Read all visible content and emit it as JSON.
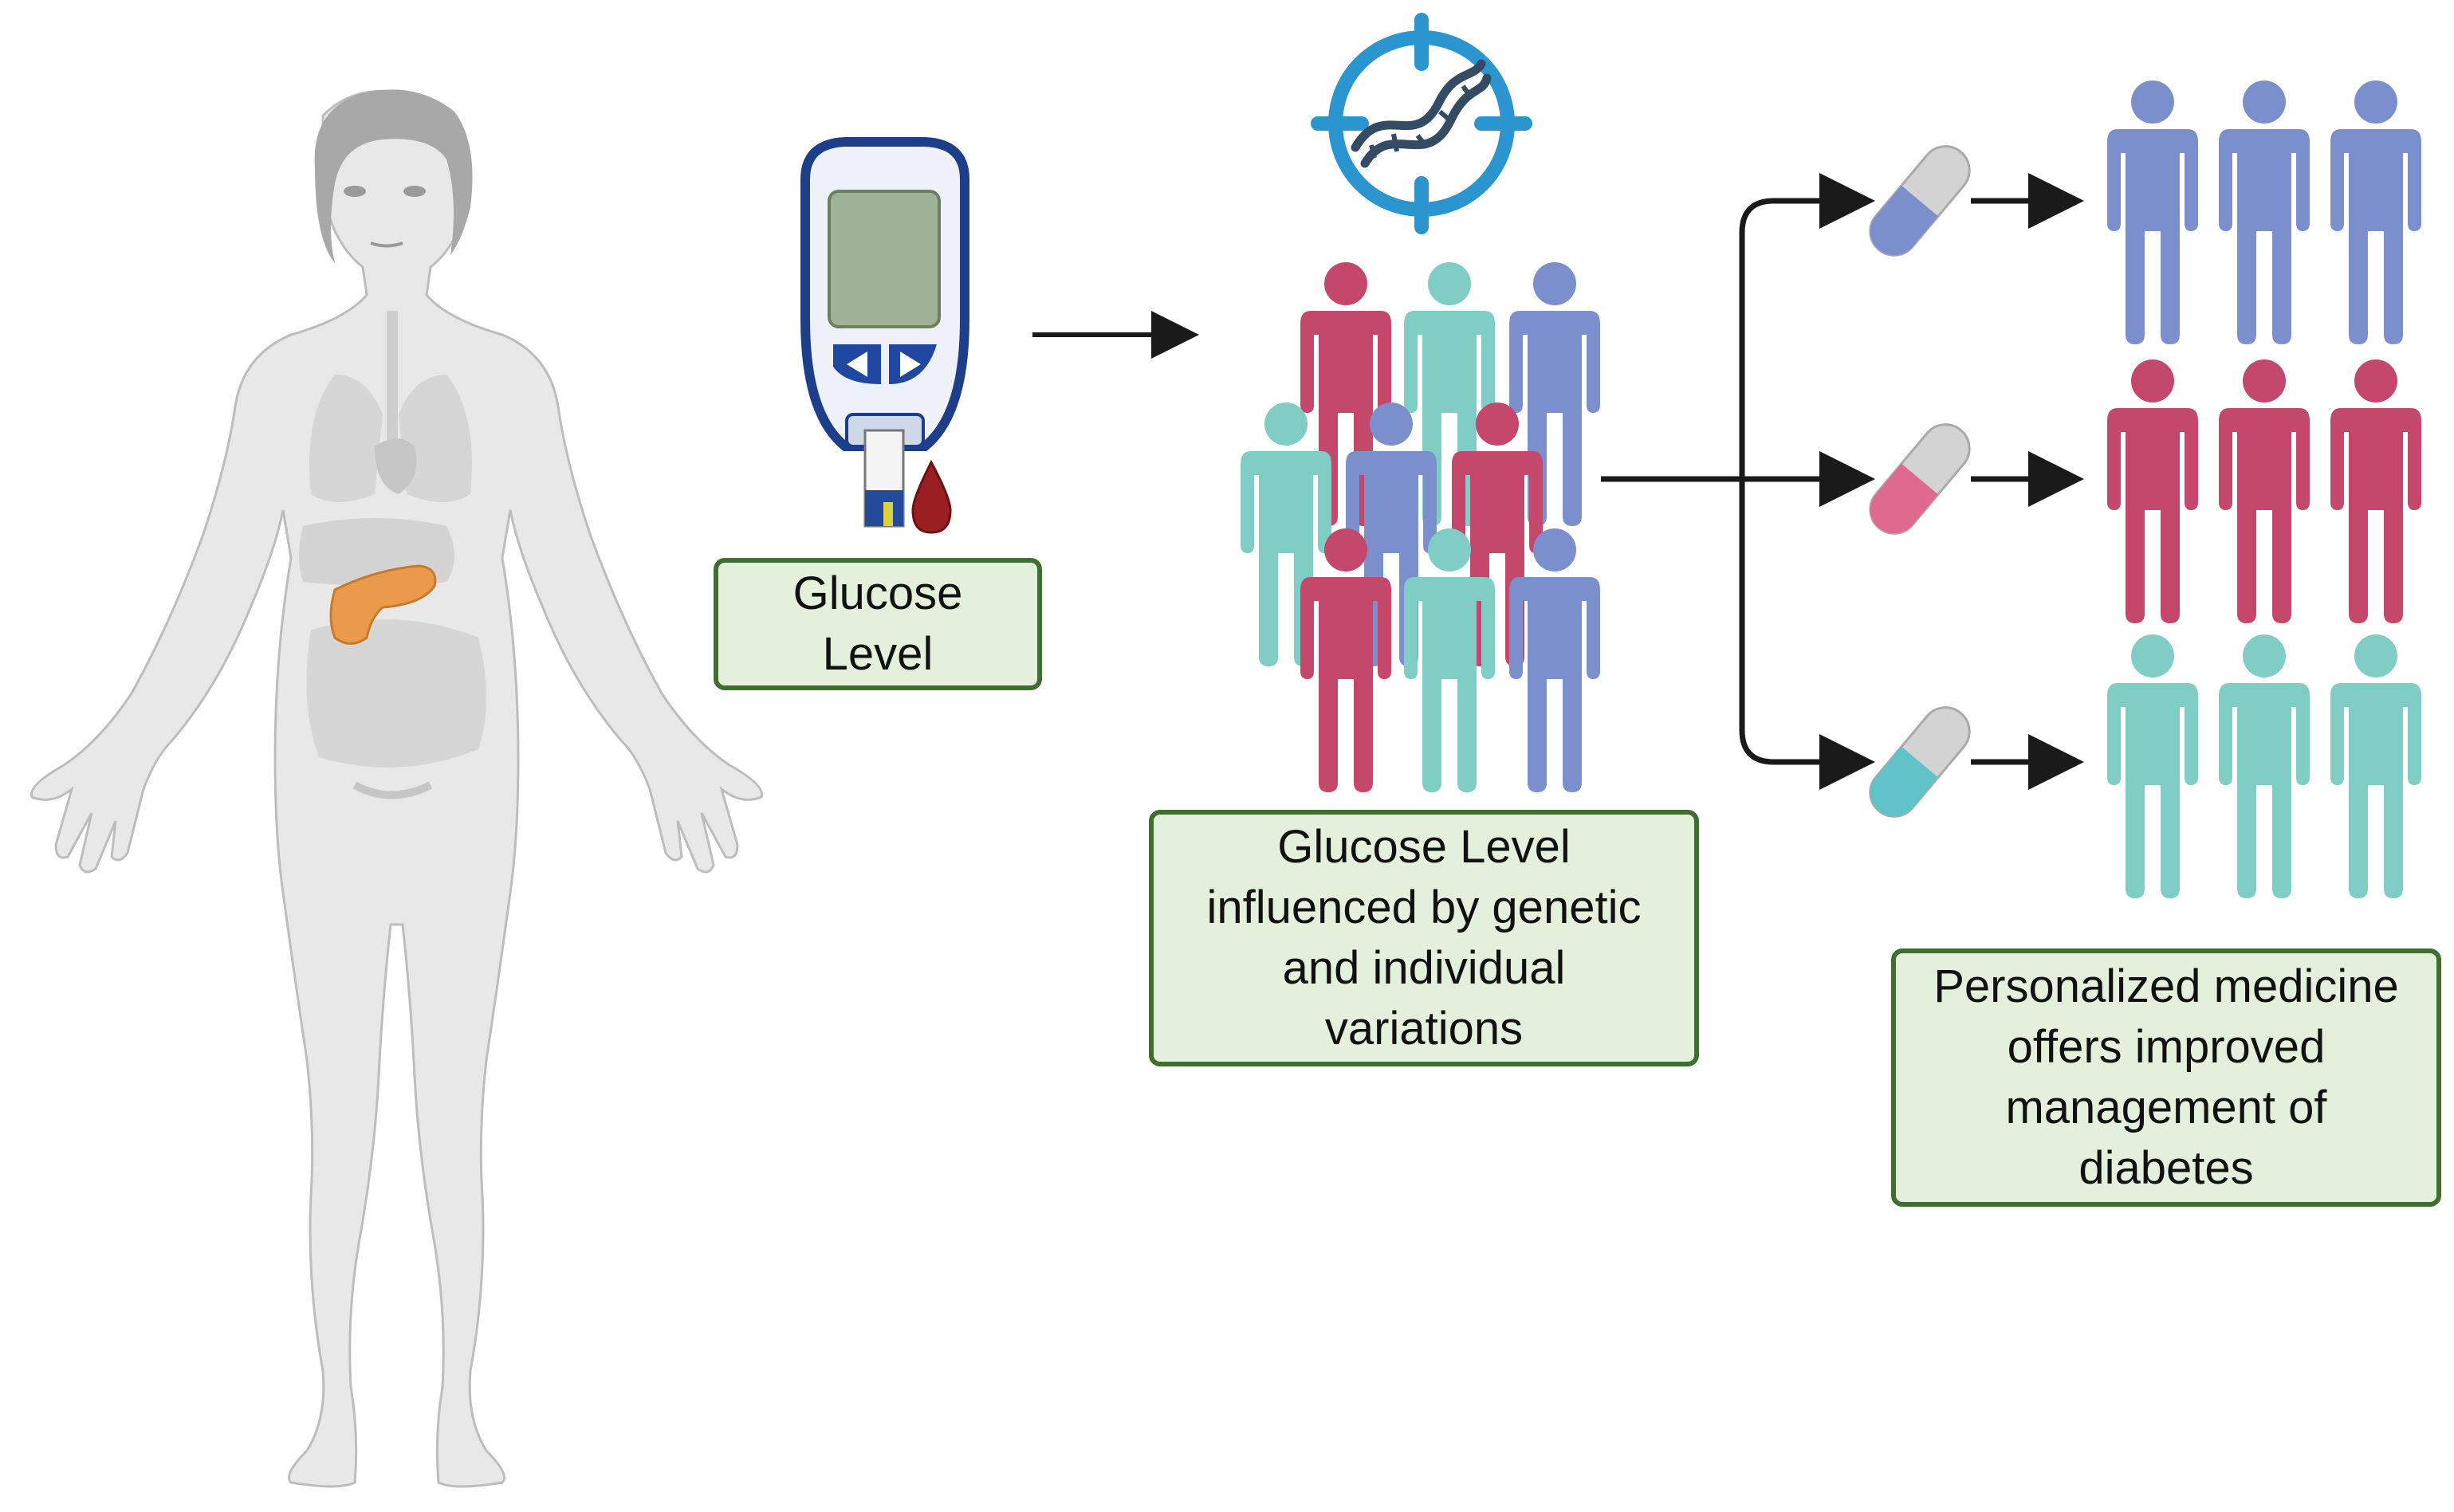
{
  "labels": {
    "glucose_level": [
      "Glucose",
      "Level"
    ],
    "influenced": [
      "Glucose Level",
      "influenced by genetic",
      "and individual",
      "variations"
    ],
    "personalized": [
      "Personalized medicine",
      "offers improved",
      "management of",
      "diabetes"
    ]
  },
  "icons": {
    "body": "human-body-icon",
    "organ": "pancreas-icon",
    "meter": "glucometer-icon",
    "drop": "blood-drop-icon",
    "dna": "dna-target-icon",
    "people": "person-icon",
    "pill": "capsule-icon"
  },
  "colors": {
    "box_fill": "#e3f1dc",
    "box_border": "#3f6e2e",
    "blue": "#7b8fcc",
    "red": "#c4476c",
    "teal": "#7fcdc4",
    "body": "#e9e9e9",
    "pancreas": "#e99a4a",
    "dna_ring": "#2b95cf"
  }
}
